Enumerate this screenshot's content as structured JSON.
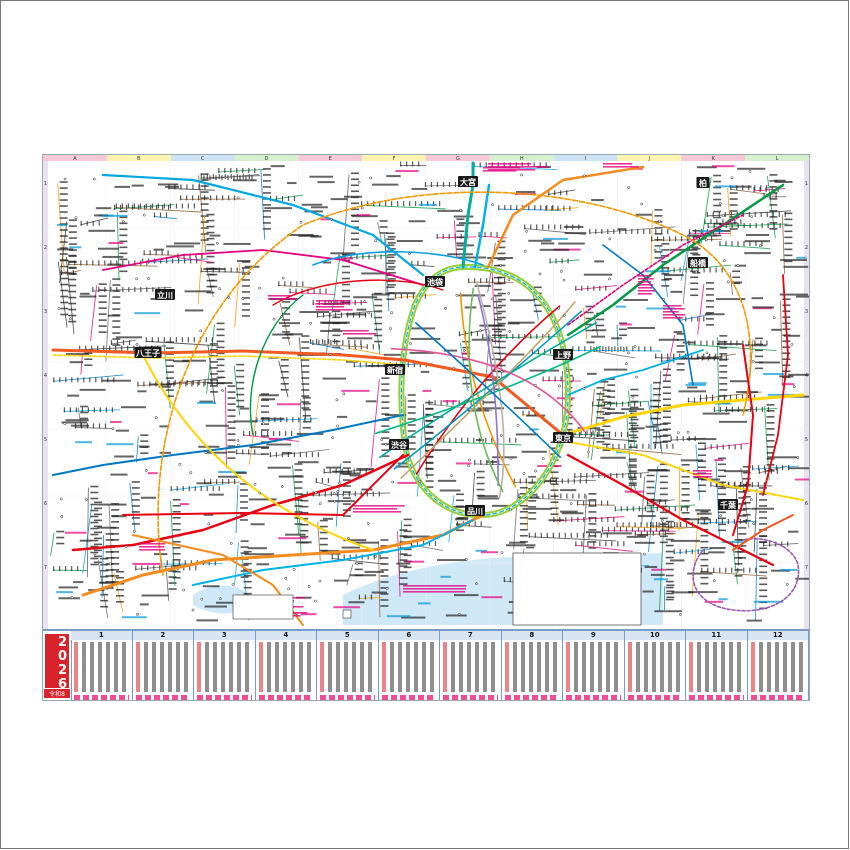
{
  "poster": {
    "column_letters": [
      "A",
      "B",
      "C",
      "D",
      "E",
      "F",
      "G",
      "H",
      "I",
      "J",
      "K",
      "L"
    ],
    "row_numbers": [
      "1",
      "2",
      "3",
      "4",
      "5",
      "6",
      "7"
    ],
    "column_colors": [
      "#f6c9d9",
      "#fff5b0",
      "#cfe3f7",
      "#d7f0d0",
      "#f6c9d9",
      "#fff5b0",
      "#f6c9d9",
      "#d7f0d0",
      "#cfe3f7",
      "#fff5b0",
      "#f6c9d9",
      "#d7f0d0"
    ]
  },
  "stations": {
    "omiya": "大宮",
    "ikebukuro": "池袋",
    "ueno": "上野",
    "shinjuku": "新宿",
    "tokyo": "東京",
    "shibuya": "渋谷",
    "shinagawa": "品川",
    "hachioji": "八王子",
    "tachikawa": "立川",
    "chiba": "千葉",
    "funabashi": "船橋",
    "kashiwa": "柏"
  },
  "calendar": {
    "year": "2026",
    "era": "令和8",
    "months": [
      "1",
      "2",
      "3",
      "4",
      "5",
      "6",
      "7",
      "8",
      "9",
      "10",
      "11",
      "12"
    ]
  },
  "colors": {
    "yamanote": "#9acd32",
    "chuo": "#f15a22",
    "keihin": "#00b2e5",
    "sobu": "#ffd400",
    "saikyo": "#00ac9a",
    "subway_red": "#e60012",
    "subway_blue": "#0079c2",
    "magenta": "#e4007f",
    "water": "#cfe8f7",
    "accent_red": "#d8232a"
  }
}
